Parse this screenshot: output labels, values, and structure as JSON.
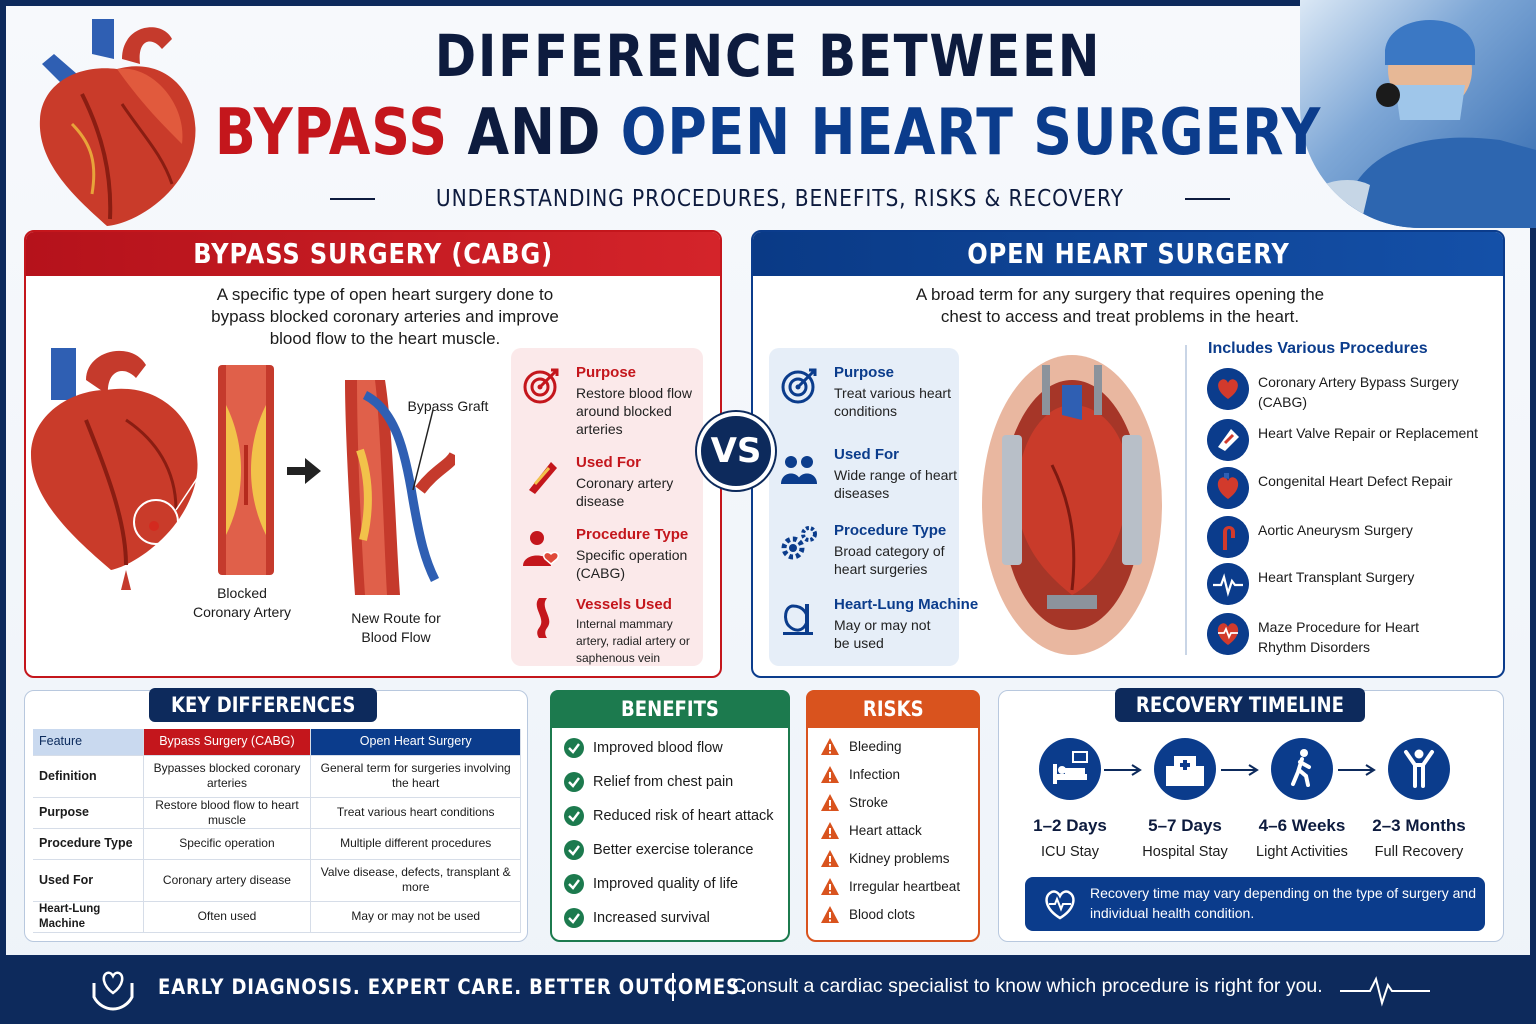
{
  "header": {
    "title_line1": "DIFFERENCE BETWEEN",
    "title_bypass": "BYPASS",
    "title_and": "AND",
    "title_open": "OPEN HEART SURGERY",
    "subtitle": "UNDERSTANDING PROCEDURES, BENEFITS, RISKS & RECOVERY"
  },
  "bypass": {
    "title": "BYPASS SURGERY (CABG)",
    "description": "A specific type of open heart surgery done to bypass blocked coronary arteries and improve blood flow to the heart muscle.",
    "label_blocked": "Blocked\nCoronary Artery",
    "label_graft": "Bypass Graft",
    "label_route": "New Route for\nBlood Flow",
    "info": [
      {
        "heading": "Purpose",
        "text": "Restore blood flow around blocked arteries",
        "icon": "target-icon"
      },
      {
        "heading": "Used For",
        "text": "Coronary artery disease",
        "icon": "artery-icon"
      },
      {
        "heading": "Procedure Type",
        "text": "Specific operation (CABG)",
        "icon": "patient-heart-icon"
      },
      {
        "heading": "Vessels Used",
        "text": "Internal mammary artery, radial artery or saphenous vein",
        "icon": "vessel-icon"
      }
    ]
  },
  "vs_label": "VS",
  "open": {
    "title": "OPEN HEART SURGERY",
    "description": "A broad term for any surgery that requires opening the chest to access and treat problems in the heart.",
    "info": [
      {
        "heading": "Purpose",
        "text": "Treat various heart conditions",
        "icon": "target-icon"
      },
      {
        "heading": "Used For",
        "text": "Wide range of heart diseases",
        "icon": "people-icon"
      },
      {
        "heading": "Procedure Type",
        "text": "Broad category of heart surgeries",
        "icon": "gears-icon"
      },
      {
        "heading": "Heart-Lung Machine",
        "text": "May or may not be used",
        "icon": "machine-icon"
      }
    ],
    "procedures_heading": "Includes Various Procedures",
    "procedures": [
      {
        "label": "Coronary Artery Bypass Surgery (CABG)",
        "icon": "heart-icon"
      },
      {
        "label": "Heart Valve Repair or Replacement",
        "icon": "valve-icon"
      },
      {
        "label": "Congenital Heart Defect Repair",
        "icon": "heart-icon"
      },
      {
        "label": "Aortic Aneurysm Surgery",
        "icon": "aorta-icon"
      },
      {
        "label": "Heart Transplant Surgery",
        "icon": "pulse-icon"
      },
      {
        "label": "Maze Procedure for Heart Rhythm Disorders",
        "icon": "heart-pulse-icon"
      }
    ]
  },
  "key_differences": {
    "title": "KEY DIFFERENCES",
    "headers": [
      "Feature",
      "Bypass Surgery (CABG)",
      "Open Heart Surgery"
    ],
    "rows": [
      [
        "Definition",
        "Bypasses blocked coronary arteries",
        "General term for surgeries involving the heart"
      ],
      [
        "Purpose",
        "Restore blood flow to heart muscle",
        "Treat various heart conditions"
      ],
      [
        "Procedure Type",
        "Specific operation",
        "Multiple different procedures"
      ],
      [
        "Used For",
        "Coronary artery disease",
        "Valve disease, defects, transplant & more"
      ],
      [
        "Heart-Lung Machine",
        "Often used",
        "May or may not be used"
      ]
    ]
  },
  "benefits": {
    "title": "BENEFITS",
    "items": [
      "Improved blood flow",
      "Relief from chest pain",
      "Reduced risk of heart attack",
      "Better exercise tolerance",
      "Improved quality of life",
      "Increased survival"
    ],
    "color": "#1c7a4e"
  },
  "risks": {
    "title": "RISKS",
    "items": [
      "Bleeding",
      "Infection",
      "Stroke",
      "Heart attack",
      "Kidney problems",
      "Irregular heartbeat",
      "Blood clots"
    ],
    "color": "#d9531e"
  },
  "recovery": {
    "title": "RECOVERY TIMELINE",
    "steps": [
      {
        "duration": "1–2 Days",
        "label": "ICU Stay",
        "icon": "icu-bed-icon"
      },
      {
        "duration": "5–7 Days",
        "label": "Hospital Stay",
        "icon": "hospital-icon"
      },
      {
        "duration": "4–6 Weeks",
        "label": "Light Activities",
        "icon": "walking-icon"
      },
      {
        "duration": "2–3 Months",
        "label": "Full Recovery",
        "icon": "person-celebrate-icon"
      }
    ],
    "note": "Recovery time may vary depending on the type of surgery and individual health condition."
  },
  "footer": {
    "slogan": "EARLY DIAGNOSIS. EXPERT CARE. BETTER OUTCOMES.",
    "cta": "Consult a cardiac specialist to know which procedure is right for you."
  },
  "colors": {
    "red": "#c4161c",
    "navy": "#0b3c8c",
    "dark": "#0d1b3e",
    "green": "#1c7a4e",
    "orange": "#d9531e"
  }
}
